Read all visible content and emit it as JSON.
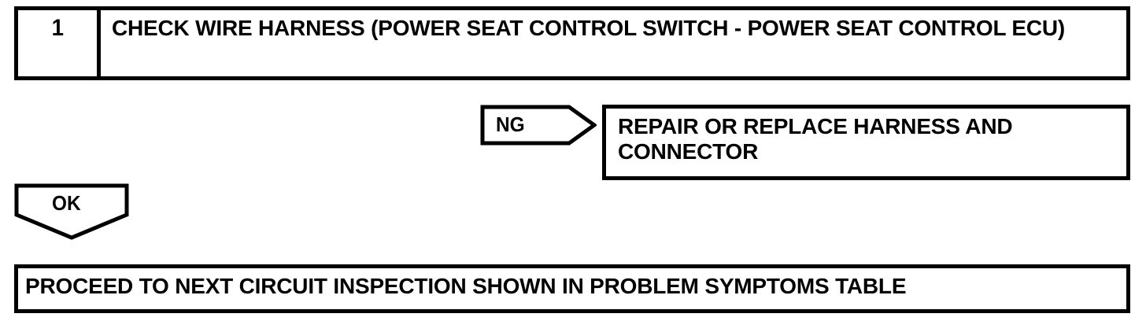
{
  "colors": {
    "ink": "#000000",
    "paper": "#ffffff"
  },
  "flowchart": {
    "step": {
      "number": "1",
      "instruction": "CHECK WIRE HARNESS (POWER SEAT CONTROL SWITCH - POWER SEAT CONTROL ECU)"
    },
    "branch_ng": {
      "label": "NG",
      "result": "REPAIR OR REPLACE HARNESS AND CONNECTOR"
    },
    "branch_ok": {
      "label": "OK",
      "result": "PROCEED TO NEXT CIRCUIT INSPECTION SHOWN IN PROBLEM SYMPTOMS TABLE"
    }
  }
}
